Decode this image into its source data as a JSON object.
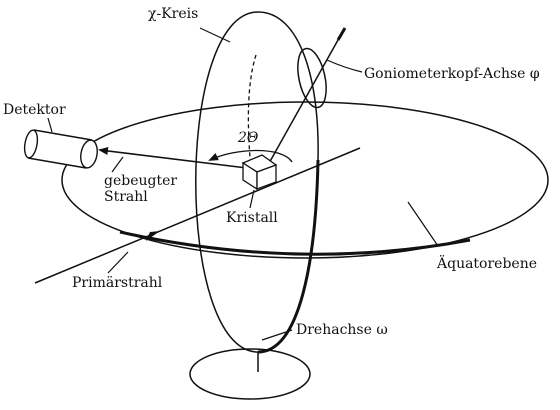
{
  "labels": {
    "chi_circle": "χ-Kreis",
    "goniometer_axis": "Goniometerkopf-Achse φ",
    "detector": "Detektor",
    "two_theta": "2Θ",
    "diffracted_beam_line1": "gebeugter",
    "diffracted_beam_line2": "Strahl",
    "crystal": "Kristall",
    "equatorial_plane": "Äquatorebene",
    "primary_beam": "Primärstrahl",
    "rotation_axis": "Drehachse ω"
  },
  "colors": {
    "line": "#111111",
    "background": "#ffffff"
  }
}
